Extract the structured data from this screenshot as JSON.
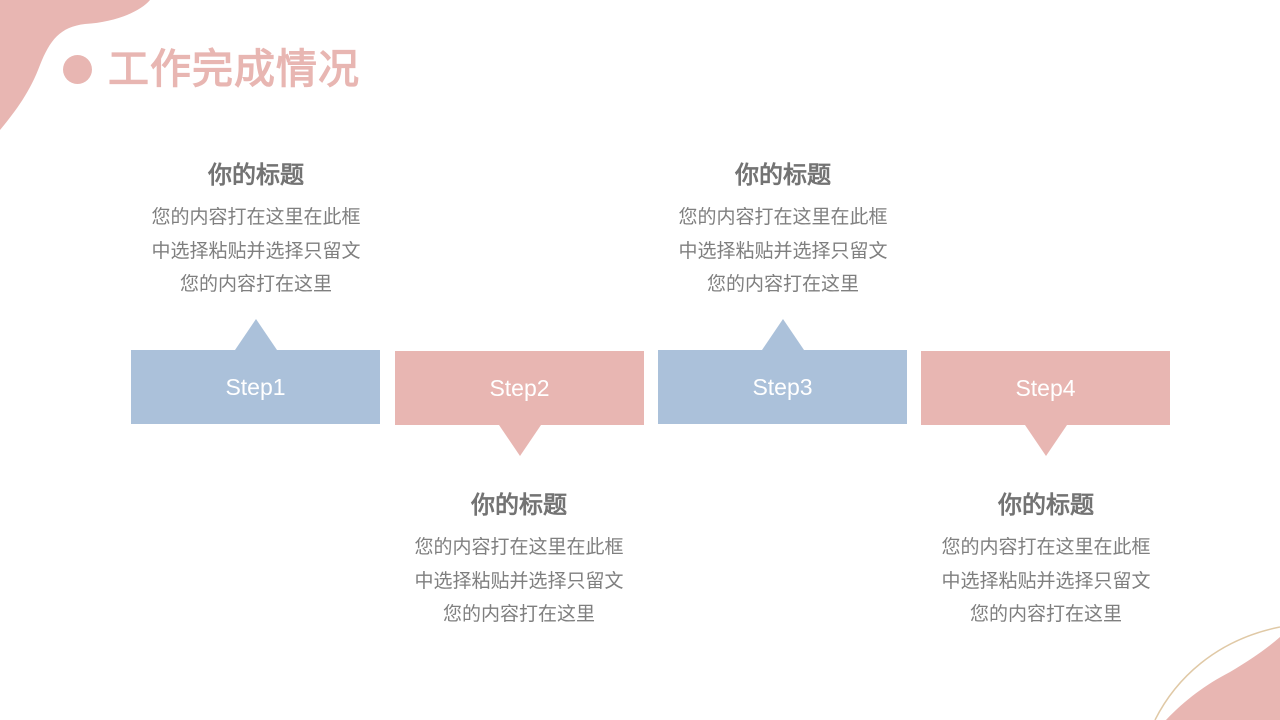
{
  "header": {
    "title": "工作完成情况",
    "bullet_icon": "circle-bullet"
  },
  "colors": {
    "pink": "#e8b6b2",
    "blue": "#abc1da",
    "text_gray": "#7f7f7f",
    "title_gray": "#737373",
    "arc_line": "#e0c9a6"
  },
  "steps": [
    {
      "label": "Step1",
      "color": "#abc1da",
      "pointer": "up",
      "text_position": "above",
      "title": "你的标题",
      "lines": [
        "您的内容打在这里在此框",
        "中选择粘贴并选择只留文",
        "您的内容打在这里"
      ]
    },
    {
      "label": "Step2",
      "color": "#e8b6b2",
      "pointer": "down",
      "text_position": "below",
      "title": "你的标题",
      "lines": [
        "您的内容打在这里在此框",
        "中选择粘贴并选择只留文",
        "您的内容打在这里"
      ]
    },
    {
      "label": "Step3",
      "color": "#abc1da",
      "pointer": "up",
      "text_position": "above",
      "title": "你的标题",
      "lines": [
        "您的内容打在这里在此框",
        "中选择粘贴并选择只留文",
        "您的内容打在这里"
      ]
    },
    {
      "label": "Step4",
      "color": "#e8b6b2",
      "pointer": "down",
      "text_position": "below",
      "title": "你的标题",
      "lines": [
        "您的内容打在这里在此框",
        "中选择粘贴并选择只留文",
        "您的内容打在这里"
      ]
    }
  ]
}
